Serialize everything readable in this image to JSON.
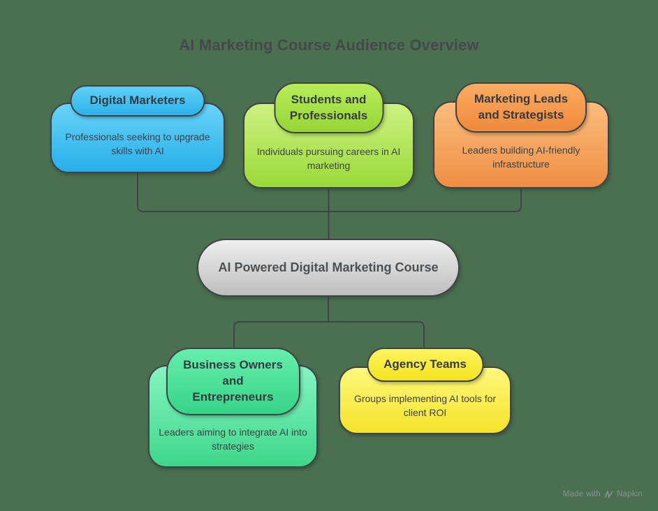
{
  "title": "AI Marketing Course Audience Overview",
  "background_color": "#4A7050",
  "line_color": "#3E4347",
  "center_node": {
    "label": "AI Powered Digital Marketing Course",
    "color": "#D6D6D6"
  },
  "nodes": {
    "digital_marketers": {
      "title": "Digital Marketers",
      "description": "Professionals seeking to upgrade skills with AI",
      "color": "#2FB3EB"
    },
    "students_professionals": {
      "title": "Students and Professionals",
      "description": "Individuals pursuing careers in AI marketing",
      "color": "#A5DE3F"
    },
    "marketing_leads": {
      "title": "Marketing Leads and Strategists",
      "description": "Leaders building AI-friendly infrastructure",
      "color": "#F29345"
    },
    "business_owners": {
      "title": "Business Owners and Entrepreneurs",
      "description": "Leaders aiming to integrate AI into strategies",
      "color": "#45D98E"
    },
    "agency_teams": {
      "title": "Agency Teams",
      "description": "Groups implementing AI tools for client ROI",
      "color": "#F7E52C"
    }
  },
  "watermark": {
    "made_with": "Made with",
    "brand": "Napkin"
  }
}
